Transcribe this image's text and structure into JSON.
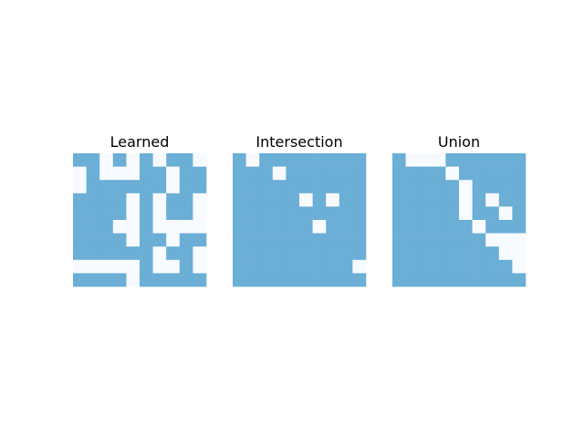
{
  "figure": {
    "background": "#ffffff"
  },
  "chart_data": [
    {
      "type": "heatmap",
      "title": "Learned",
      "rows": 10,
      "cols": 10,
      "on_color": "#6baed6",
      "off_color": "#f7fbff",
      "grid": false,
      "axes": "off",
      "matrix": [
        [
          1,
          1,
          0,
          1,
          0,
          1,
          0,
          1,
          1,
          0
        ],
        [
          0,
          1,
          0,
          0,
          0,
          1,
          1,
          0,
          1,
          1
        ],
        [
          0,
          1,
          1,
          1,
          1,
          1,
          1,
          0,
          1,
          1
        ],
        [
          1,
          1,
          1,
          1,
          0,
          1,
          0,
          1,
          1,
          0
        ],
        [
          1,
          1,
          1,
          1,
          0,
          1,
          0,
          1,
          1,
          0
        ],
        [
          1,
          1,
          1,
          0,
          0,
          1,
          0,
          0,
          0,
          0
        ],
        [
          1,
          1,
          1,
          1,
          0,
          1,
          1,
          0,
          1,
          1
        ],
        [
          1,
          1,
          1,
          1,
          1,
          1,
          0,
          1,
          1,
          0
        ],
        [
          0,
          0,
          0,
          0,
          0,
          1,
          0,
          0,
          1,
          0
        ],
        [
          1,
          1,
          1,
          1,
          0,
          1,
          1,
          1,
          1,
          1
        ]
      ]
    },
    {
      "type": "heatmap",
      "title": "Intersection",
      "rows": 10,
      "cols": 10,
      "on_color": "#6baed6",
      "off_color": "#f7fbff",
      "grid": false,
      "axes": "off",
      "matrix": [
        [
          1,
          0,
          1,
          1,
          1,
          1,
          1,
          1,
          1,
          1
        ],
        [
          1,
          1,
          1,
          0,
          1,
          1,
          1,
          1,
          1,
          1
        ],
        [
          1,
          1,
          1,
          1,
          1,
          1,
          1,
          1,
          1,
          1
        ],
        [
          1,
          1,
          1,
          1,
          1,
          0,
          1,
          0,
          1,
          1
        ],
        [
          1,
          1,
          1,
          1,
          1,
          1,
          1,
          1,
          1,
          1
        ],
        [
          1,
          1,
          1,
          1,
          1,
          1,
          0,
          1,
          1,
          1
        ],
        [
          1,
          1,
          1,
          1,
          1,
          1,
          1,
          1,
          1,
          1
        ],
        [
          1,
          1,
          1,
          1,
          1,
          1,
          1,
          1,
          1,
          1
        ],
        [
          1,
          1,
          1,
          1,
          1,
          1,
          1,
          1,
          1,
          0
        ],
        [
          1,
          1,
          1,
          1,
          1,
          1,
          1,
          1,
          1,
          1
        ]
      ]
    },
    {
      "type": "heatmap",
      "title": "Union",
      "rows": 10,
      "cols": 10,
      "on_color": "#6baed6",
      "off_color": "#f7fbff",
      "grid": false,
      "axes": "off",
      "matrix": [
        [
          1,
          0,
          0,
          0,
          1,
          1,
          1,
          1,
          1,
          1
        ],
        [
          1,
          1,
          1,
          1,
          0,
          1,
          1,
          1,
          1,
          1
        ],
        [
          1,
          1,
          1,
          1,
          1,
          0,
          1,
          1,
          1,
          1
        ],
        [
          1,
          1,
          1,
          1,
          1,
          0,
          1,
          0,
          1,
          1
        ],
        [
          1,
          1,
          1,
          1,
          1,
          0,
          1,
          1,
          0,
          1
        ],
        [
          1,
          1,
          1,
          1,
          1,
          1,
          0,
          1,
          1,
          1
        ],
        [
          1,
          1,
          1,
          1,
          1,
          1,
          1,
          0,
          0,
          0
        ],
        [
          1,
          1,
          1,
          1,
          1,
          1,
          1,
          1,
          0,
          0
        ],
        [
          1,
          1,
          1,
          1,
          1,
          1,
          1,
          1,
          1,
          0
        ],
        [
          1,
          1,
          1,
          1,
          1,
          1,
          1,
          1,
          1,
          1
        ]
      ]
    }
  ]
}
